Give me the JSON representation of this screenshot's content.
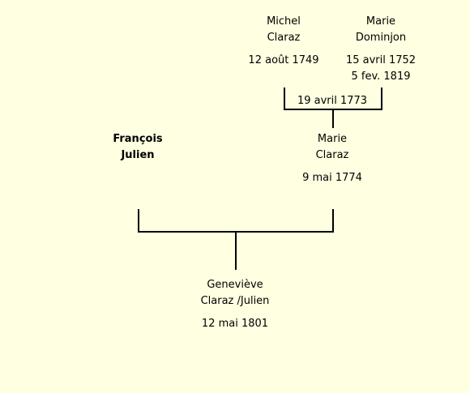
{
  "people": {
    "michel": {
      "first": "Michel",
      "last": "Claraz",
      "birth": "12 août 1749"
    },
    "marie_dominjon": {
      "first": "Marie",
      "last": "Dominjon",
      "birth": "15 avril 1752",
      "death": "5 fev. 1819"
    },
    "francois": {
      "first": "François",
      "last": "Julien"
    },
    "marie_claraz": {
      "first": "Marie",
      "last": "Claraz",
      "birth": "9 mai 1774"
    },
    "genevieve": {
      "first": "Geneviève",
      "last": "Claraz /Julien",
      "birth": "12 mai 1801"
    }
  },
  "marriages": {
    "michel_marie": "19 avril 1773"
  }
}
